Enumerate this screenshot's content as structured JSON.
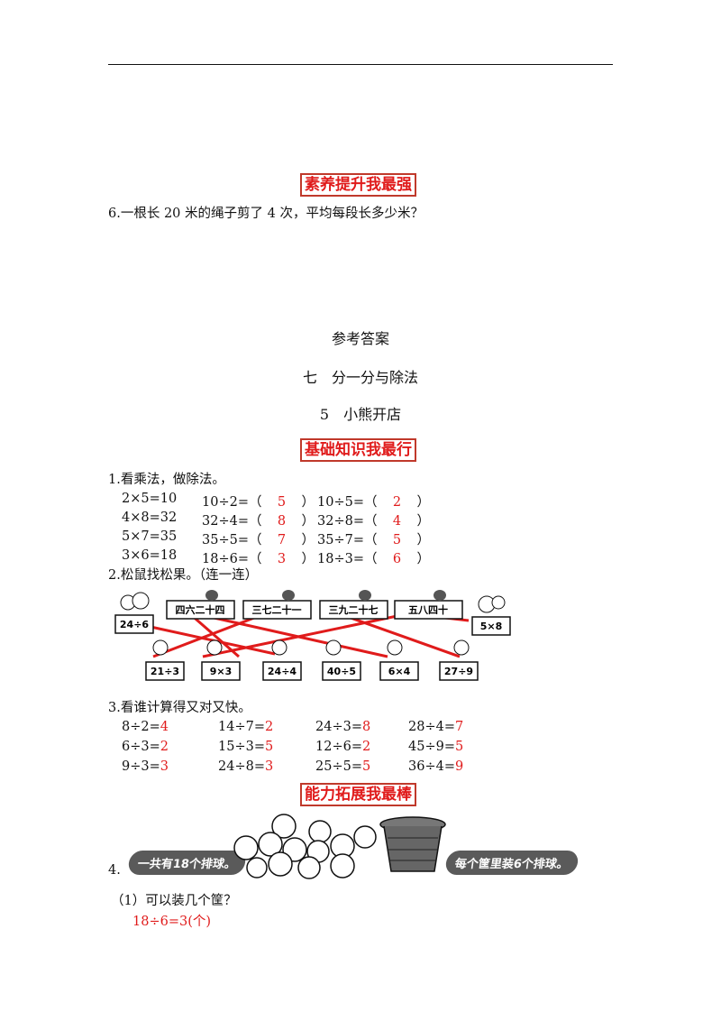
{
  "sections": {
    "s1": "素养提升我最强",
    "s2": "基础知识我最行",
    "s3": "能力拓展我最棒"
  },
  "q6": "6.一根长 20 米的绳子剪了 4 次，平均每段长多少米？",
  "answer_title": "参考答案",
  "chapter": "七　分一分与除法",
  "lesson": "5　小熊开店",
  "q1": {
    "title": "1.看乘法，做除法。",
    "rows": [
      {
        "mul": "2×5=10",
        "d1": "10÷2=（",
        "a1": "5",
        "d2": "10÷5=（",
        "a2": "2"
      },
      {
        "mul": "4×8=32",
        "d1": "32÷4=（",
        "a1": "8",
        "d2": "32÷8=（",
        "a2": "4"
      },
      {
        "mul": "5×7=35",
        "d1": "35÷5=（",
        "a1": "7",
        "d2": "35÷7=（",
        "a2": "5"
      },
      {
        "mul": "3×6=18",
        "d1": "18÷6=（",
        "a1": "3",
        "d2": "18÷3=（",
        "a2": "6"
      }
    ],
    "close": "）"
  },
  "q2": {
    "title": "2.松鼠找松果。（连一连）",
    "nuts": [
      "四六二十四",
      "三七二十一",
      "三九二十七",
      "五八四十"
    ],
    "squirrels_top": [
      "24÷6",
      "5×8"
    ],
    "squirrels_bottom": [
      "21÷3",
      "9×3",
      "24÷4",
      "40÷5",
      "6×4",
      "27÷9"
    ]
  },
  "q3": {
    "title": "3.看谁计算得又对又快。",
    "items": [
      {
        "q": "8÷2=",
        "a": "4"
      },
      {
        "q": "14÷7=",
        "a": "2"
      },
      {
        "q": "24÷3=",
        "a": "8"
      },
      {
        "q": "28÷4=",
        "a": "7"
      },
      {
        "q": "6÷3=",
        "a": "2"
      },
      {
        "q": "15÷3=",
        "a": "5"
      },
      {
        "q": "12÷6=",
        "a": "2"
      },
      {
        "q": "45÷9=",
        "a": "5"
      },
      {
        "q": "9÷3=",
        "a": "3"
      },
      {
        "q": "24÷8=",
        "a": "3"
      },
      {
        "q": "25÷5=",
        "a": "5"
      },
      {
        "q": "36÷4=",
        "a": "9"
      }
    ]
  },
  "q4": {
    "num": "4.",
    "left_label": "一共有18个排球。",
    "right_label": "每个筐里装6个排球。",
    "sub1": "（1）可以装几个筐？",
    "sub1_answer": "18÷6=3(个)"
  },
  "colors": {
    "accent_red": "#e01b1b",
    "border_red": "#c0392b"
  }
}
